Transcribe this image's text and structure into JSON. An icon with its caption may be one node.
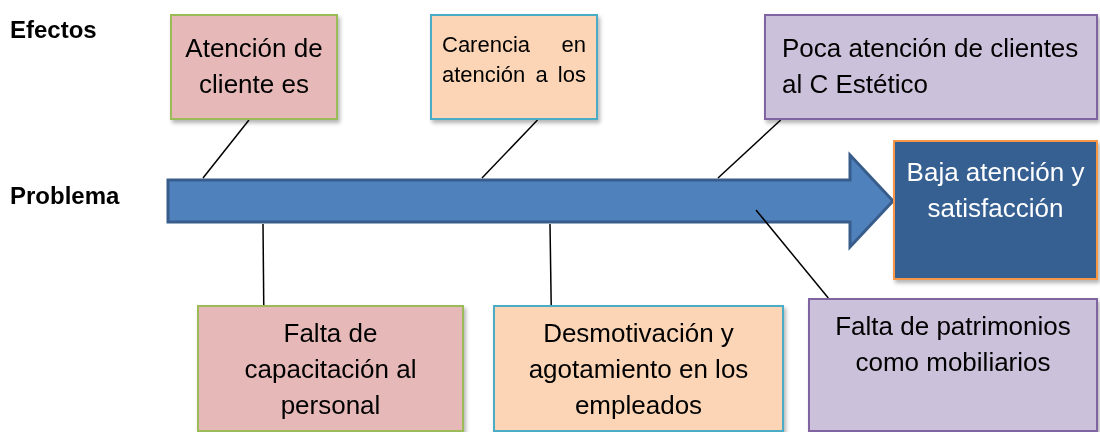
{
  "diagram": {
    "nodes": [
      {
        "text": [
          "Atención de cliente es"
        ]
      },
      {
        "text": [
          "Carencia en atención a los"
        ]
      },
      {
        "text": [
          "Poca atención de clientes al C Estético"
        ]
      },
      {
        "text": [
          "Baja atención y satisfacción"
        ]
      },
      {
        "text": [
          "Falta de capacitación al personal"
        ]
      },
      {
        "text": [
          "Desmotivación y agotamiento en los empleados"
        ]
      },
      {
        "text": [
          "Falta de patrimonios como mobiliarios"
        ]
      }
    ],
    "edges": [
      {
        "from": 0,
        "to": null,
        "arrow": "none"
      },
      {
        "from": 1,
        "to": null,
        "arrow": "none"
      },
      {
        "from": 2,
        "to": null,
        "arrow": "none"
      },
      {
        "from": 4,
        "to": null,
        "arrow": "none"
      },
      {
        "from": 5,
        "to": null,
        "arrow": "none"
      },
      {
        "from": 6,
        "to": null,
        "arrow": "none"
      },
      {
        "from": null,
        "to": 3,
        "arrow": "to",
        "style": "thick"
      }
    ],
    "labels": [
      "Efectos",
      "Problema"
    ]
  }
}
